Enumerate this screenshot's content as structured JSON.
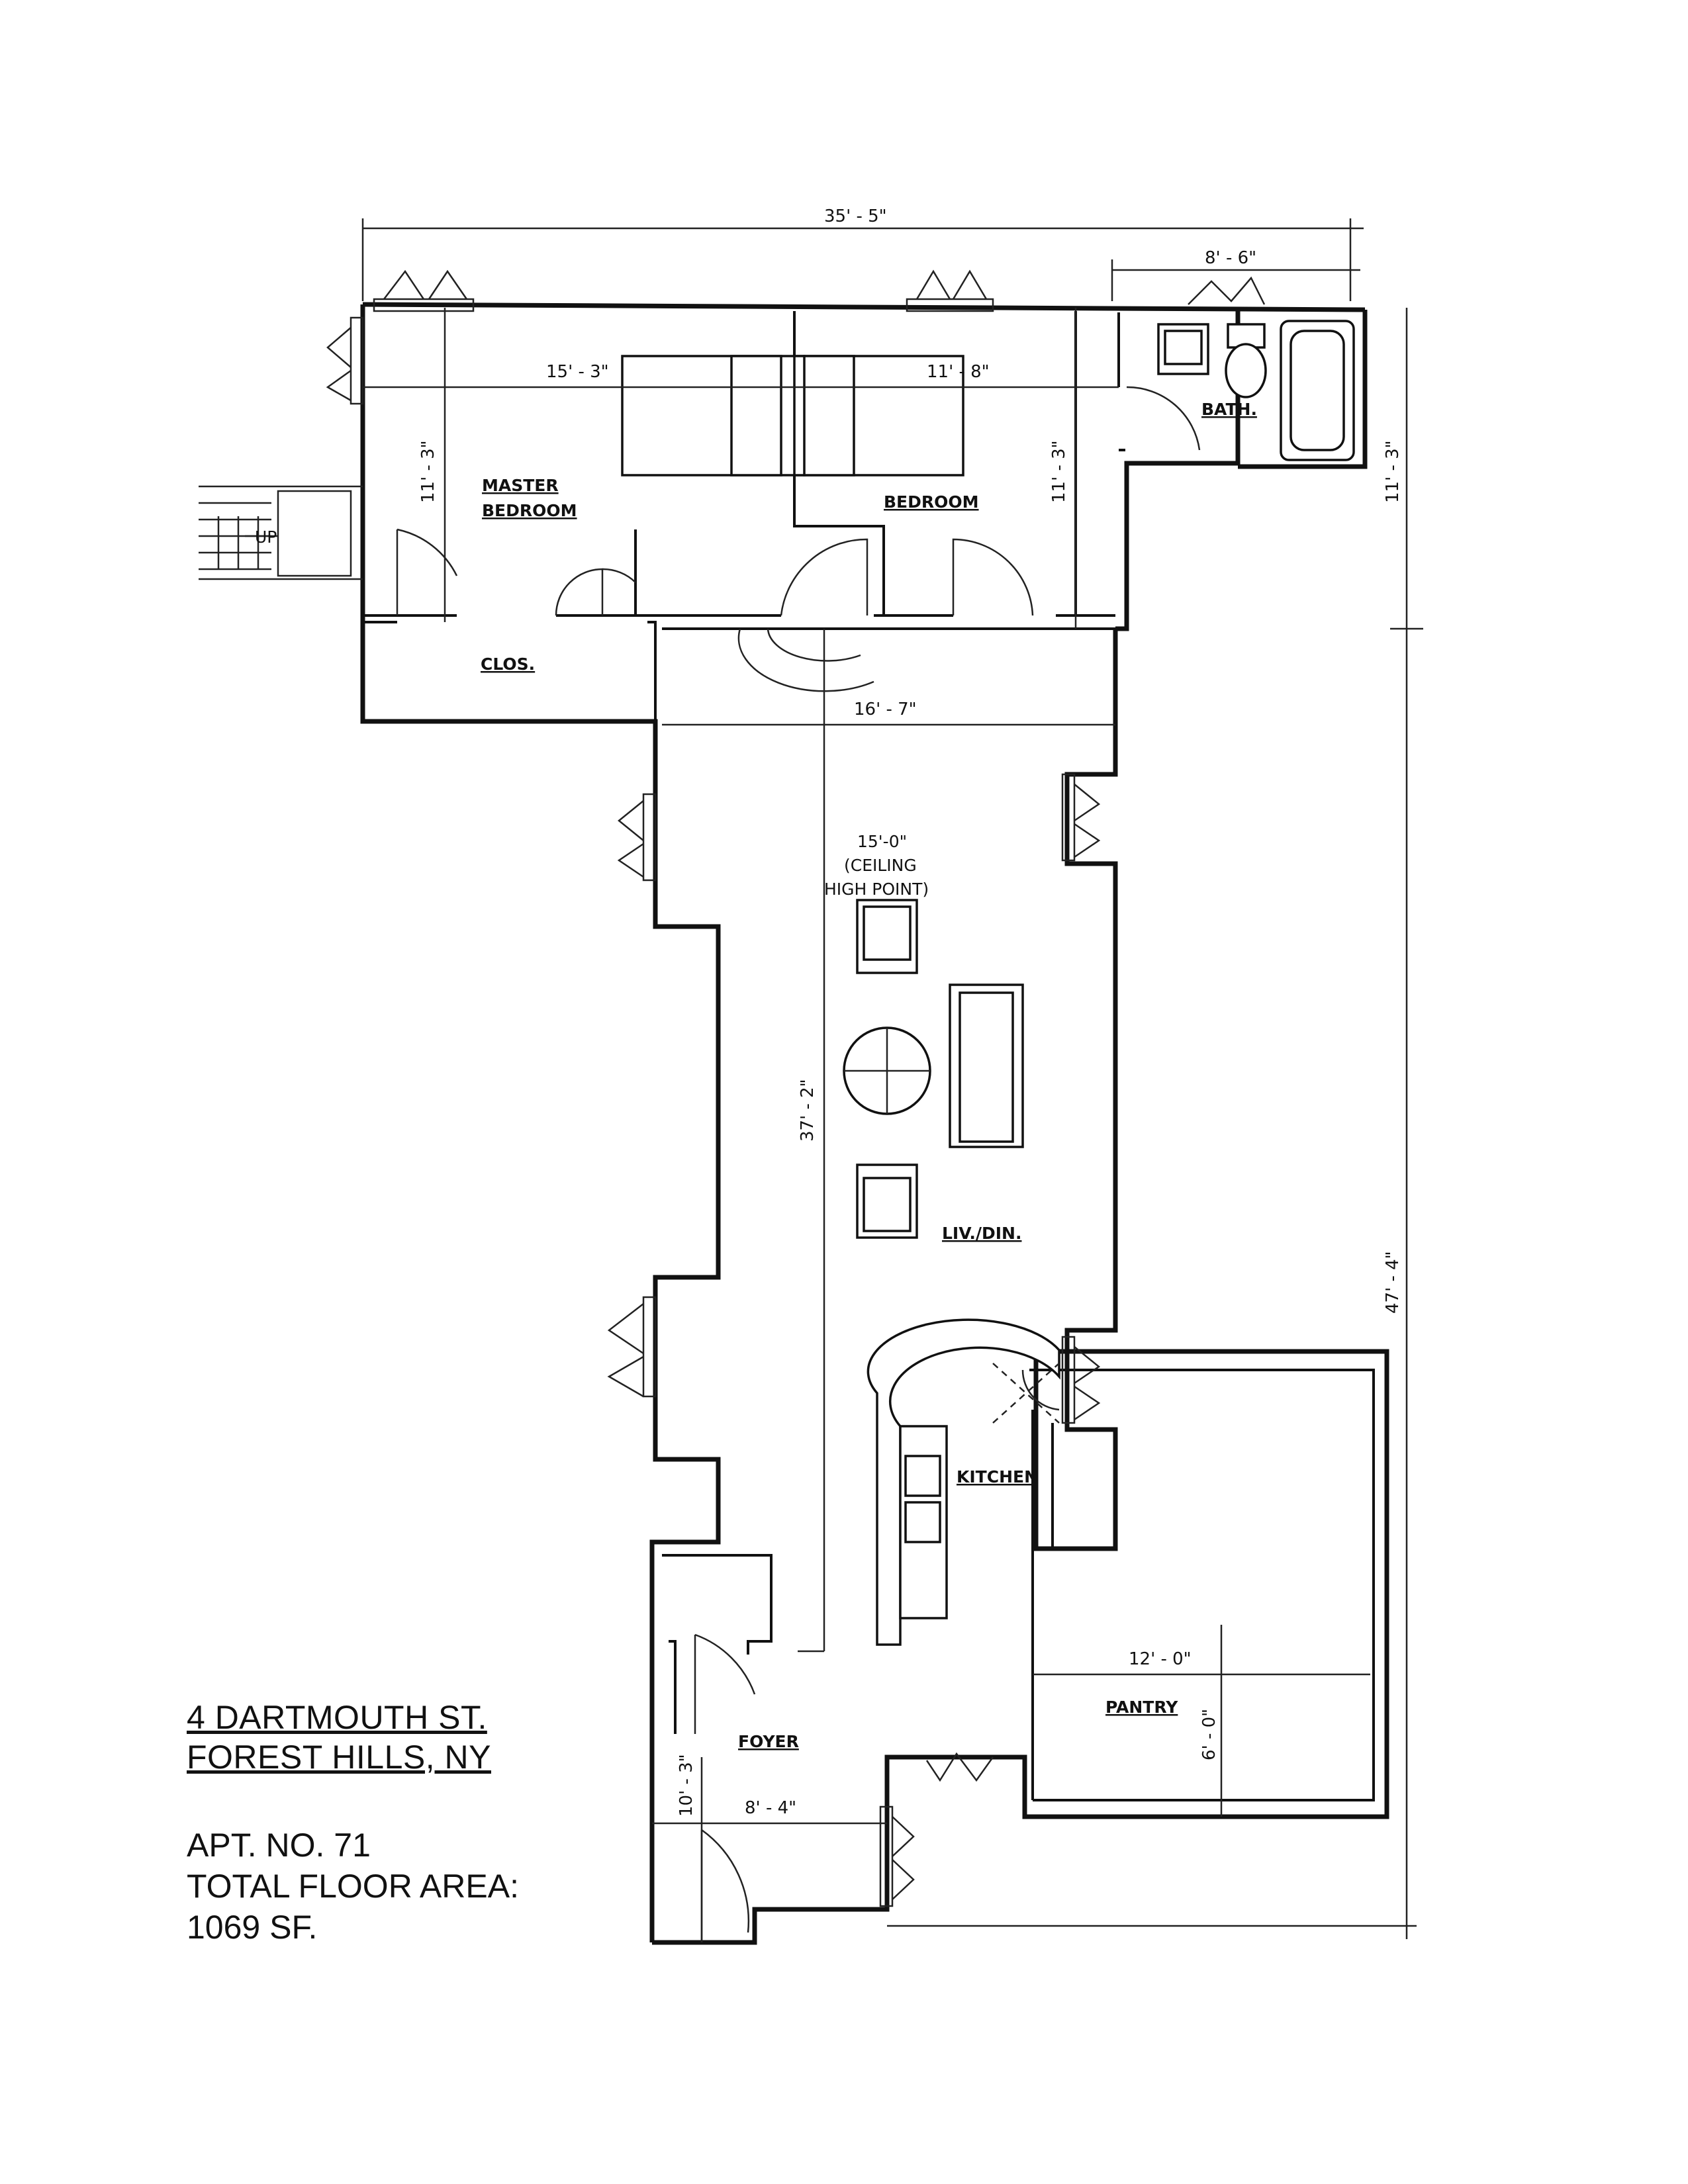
{
  "title": {
    "address_line1": "4 DARTMOUTH ST.",
    "address_line2": "FOREST HILLS, NY",
    "apt": "APT. NO. 71",
    "area_label": "TOTAL FLOOR AREA:",
    "area_value": "1069 SF."
  },
  "rooms": {
    "master_bedroom_1": "MASTER",
    "master_bedroom_2": "BEDROOM",
    "bedroom": "BEDROOM",
    "bath": "BATH.",
    "closet": "CLOS.",
    "living_dining": "LIV./DIN.",
    "kitchen": "KITCHEN",
    "pantry": "PANTRY",
    "foyer": "FOYER"
  },
  "dimensions": {
    "overall_width": "35' - 5\"",
    "bath_width": "8' - 6\"",
    "master_width": "15' - 3\"",
    "bedroom_width": "11' - 8\"",
    "master_depth": "11' - 3\"",
    "bedroom_depth": "11' - 3\"",
    "right_depth": "11' - 3\"",
    "living_width": "16' - 7\"",
    "living_length": "37' - 2\"",
    "overall_length": "47' - 4\"",
    "pantry_width": "12' - 0\"",
    "pantry_depth": "6' - 0\"",
    "foyer_width": "8' - 4\"",
    "foyer_depth": "10' - 3\""
  },
  "notes": {
    "ceiling_1": "15'-0\"",
    "ceiling_2": "(CEILING",
    "ceiling_3": "HIGH POINT)",
    "stair_up": "UP"
  }
}
